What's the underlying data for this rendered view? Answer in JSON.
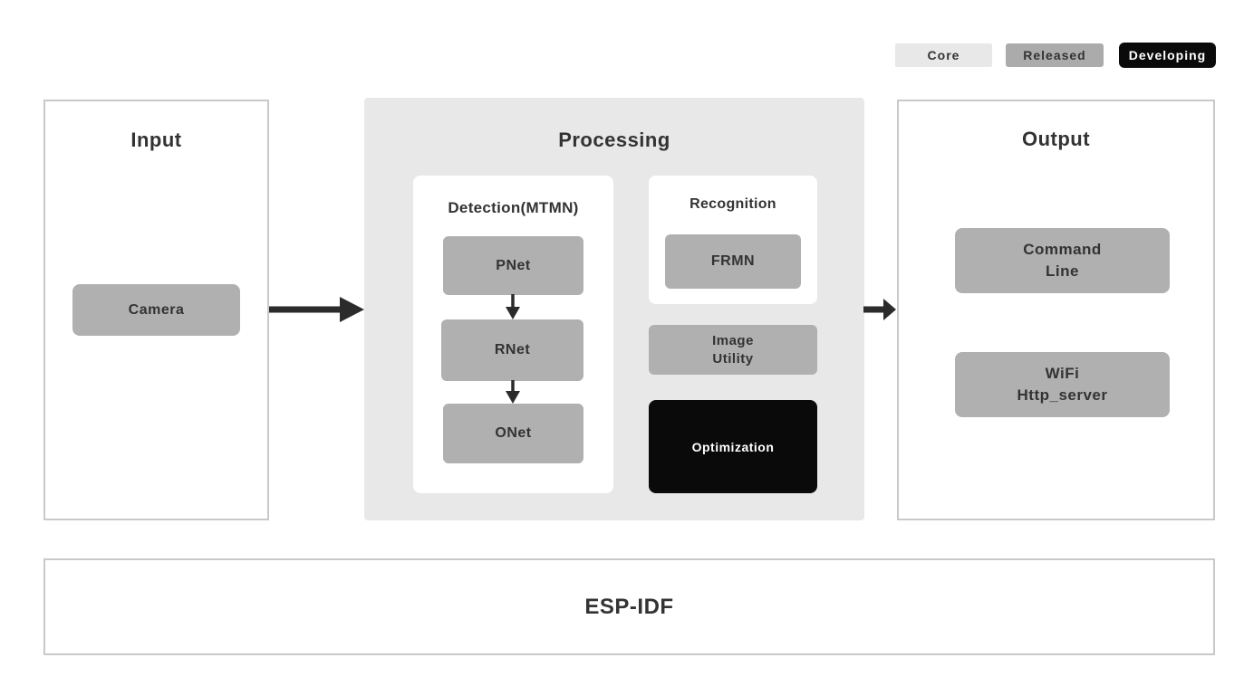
{
  "legend": {
    "core": "Core",
    "released": "Released",
    "developing": "Developing"
  },
  "input": {
    "title": "Input",
    "camera": "Camera"
  },
  "processing": {
    "title": "Processing",
    "detection": {
      "title": "Detection(MTMN)",
      "pnet": "PNet",
      "rnet": "RNet",
      "onet": "ONet"
    },
    "recognition": {
      "title": "Recognition",
      "frmn": "FRMN"
    },
    "image_utility": "Image\nUtility",
    "optimization": "Optimization"
  },
  "output": {
    "title": "Output",
    "command_line": "Command\nLine",
    "wifi_http_server": "WiFi\nHttp_server"
  },
  "foundation": {
    "title": "ESP-IDF"
  },
  "colors": {
    "core_fill": "#e8e8e8",
    "released_fill": "#ababab",
    "developing_fill": "#0a0a0a",
    "node_gray": "#b0b0b0",
    "processing_bg": "#e8e8e8",
    "panel_border": "#c9c9c9",
    "text_dark": "#333333",
    "arrow": "#2b2b2b"
  }
}
